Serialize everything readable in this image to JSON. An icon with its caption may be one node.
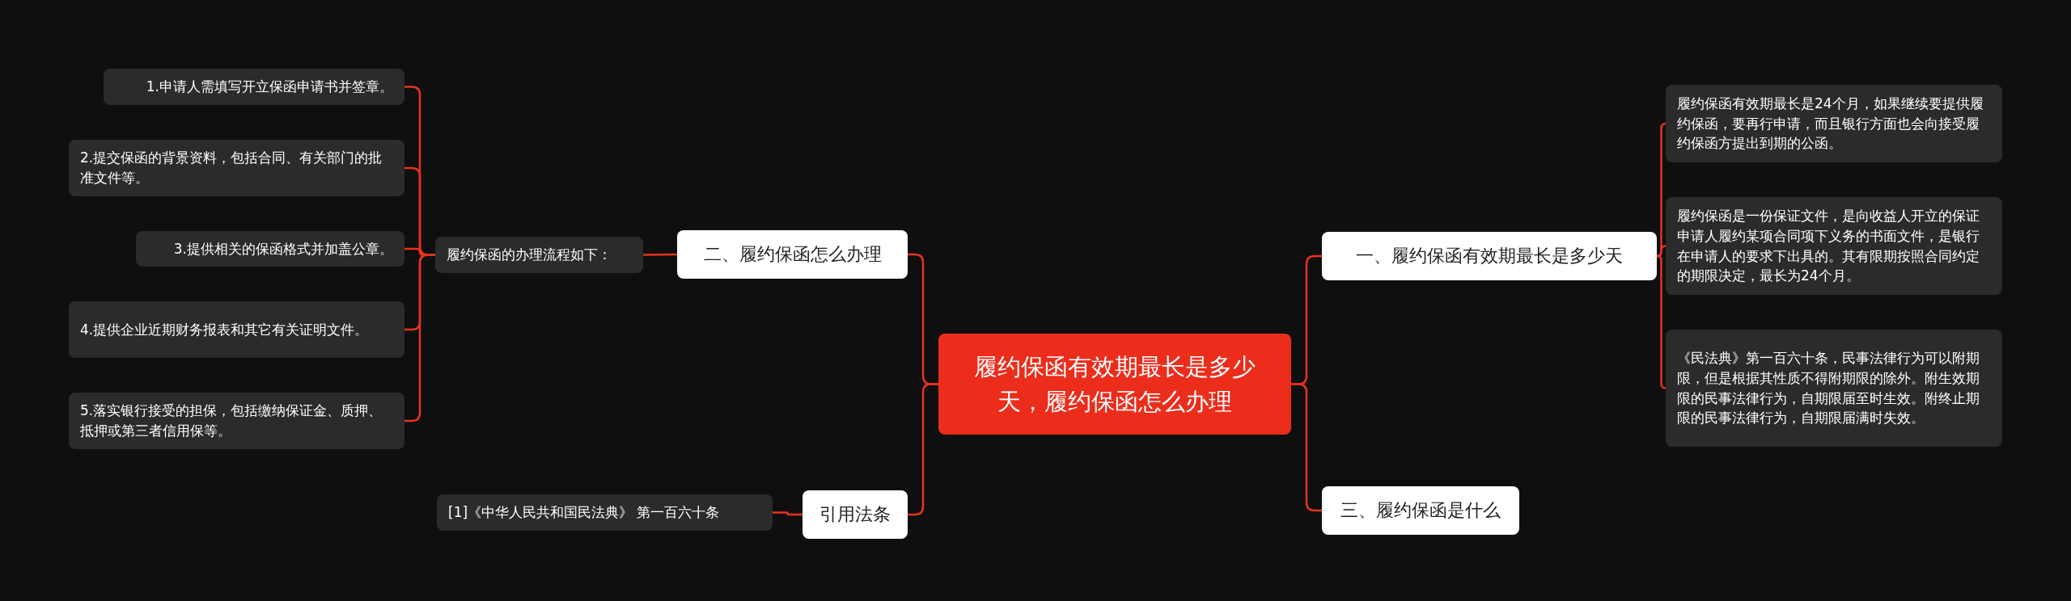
{
  "diagram": {
    "nodes": [
      {
        "text": [
          "履约保函有效期最长是多少天，履约保函怎么办理"
        ]
      },
      {
        "text": [
          "一、履约保函有效期最长是多少天"
        ]
      },
      {
        "text": [
          "履约保函有效期最长是24个月，如果继续要提供履约保函，要再行申请，而且银行方面也会向接受履约保函方提出到期的公函。"
        ]
      },
      {
        "text": [
          "履约保函是一份保证文件，是向收益人开立的保证申请人履约某项合同项下义务的书面文件，是银行在申请人的要求下出具的。其有限期按照合同约定的期限决定，最长为24个月。"
        ]
      },
      {
        "text": [
          "《民法典》第一百六十条，民事法律行为可以附期限，但是根据其性质不得附期限的除外。附生效期限的民事法律行为，自期限届至时生效。附终止期限的民事法律行为，自期限届满时失效。"
        ]
      },
      {
        "text": [
          "三、履约保函是什么"
        ]
      },
      {
        "text": [
          "二、履约保函怎么办理"
        ]
      },
      {
        "text": [
          "履约保函的办理流程如下："
        ]
      },
      {
        "text": [
          "1.申请人需填写开立保函申请书并签章。"
        ]
      },
      {
        "text": [
          "2.提交保函的背景资料，包括合同、有关部门的批准文件等。"
        ]
      },
      {
        "text": [
          "3.提供相关的保函格式并加盖公章。"
        ]
      },
      {
        "text": [
          "4.提供企业近期财务报表和其它有关证明文件。"
        ]
      },
      {
        "text": [
          "5.落实银行接受的担保，包括缴纳保证金、质押、抵押或第三者信用保等。"
        ]
      },
      {
        "text": [
          "引用法条"
        ]
      },
      {
        "text": [
          "[1]《中华人民共和国民法典》 第一百六十条"
        ]
      }
    ],
    "edges": [
      {
        "from": 0,
        "to": 1,
        "arrow": "none"
      },
      {
        "from": 1,
        "to": 2,
        "arrow": "none"
      },
      {
        "from": 1,
        "to": 3,
        "arrow": "none"
      },
      {
        "from": 1,
        "to": 4,
        "arrow": "none"
      },
      {
        "from": 0,
        "to": 5,
        "arrow": "none"
      },
      {
        "from": 0,
        "to": 6,
        "arrow": "none"
      },
      {
        "from": 6,
        "to": 7,
        "arrow": "none"
      },
      {
        "from": 7,
        "to": 8,
        "arrow": "none"
      },
      {
        "from": 7,
        "to": 9,
        "arrow": "none"
      },
      {
        "from": 7,
        "to": 10,
        "arrow": "none"
      },
      {
        "from": 7,
        "to": 11,
        "arrow": "none"
      },
      {
        "from": 7,
        "to": 12,
        "arrow": "none"
      },
      {
        "from": 0,
        "to": 13,
        "arrow": "none"
      },
      {
        "from": 13,
        "to": 14,
        "arrow": "none"
      }
    ]
  }
}
